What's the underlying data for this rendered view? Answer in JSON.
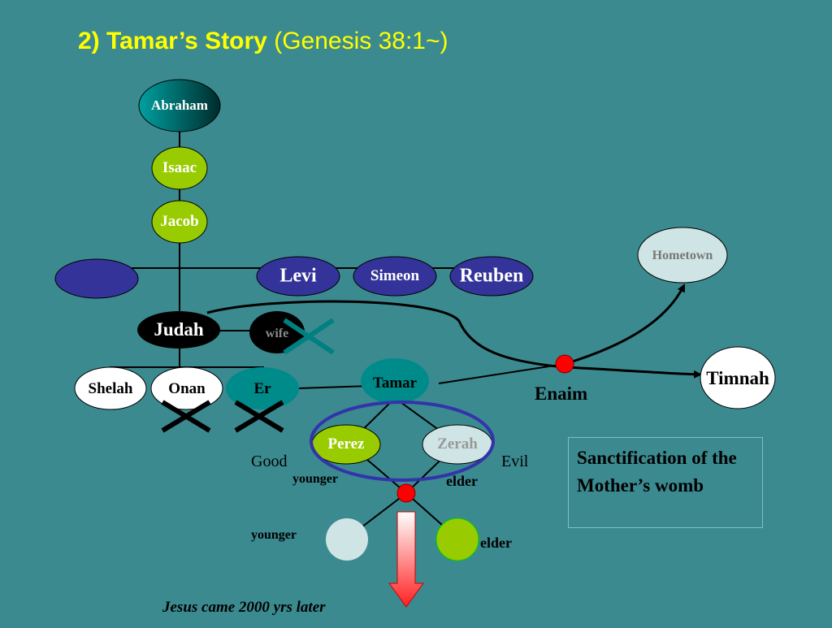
{
  "title": {
    "bold": "2) Tamar’s Story",
    "normal": "(Genesis 38:1~)"
  },
  "people": {
    "abraham": "Abraham",
    "isaac": "Isaac",
    "jacob": "Jacob",
    "levi": "Levi",
    "simeon": "Simeon",
    "reuben": "Reuben",
    "judah": "Judah",
    "wife": "wife",
    "shelah": "Shelah",
    "onan": "Onan",
    "er": "Er",
    "tamar": "Tamar",
    "perez": "Perez",
    "zerah": "Zerah"
  },
  "places": {
    "hometown": "Hometown",
    "timnah": "Timnah",
    "enaim": "Enaim"
  },
  "labels": {
    "good": "Good",
    "evil": "Evil",
    "younger_top": "younger",
    "elder_top": "elder",
    "younger_bottom": "younger",
    "elder_bottom": "elder",
    "jesus": "Jesus came 2000 yrs later"
  },
  "note": {
    "text": "Sanctification of the Mother’s womb"
  },
  "colors": {
    "background": "#3b8a90",
    "title": "#ffff00",
    "green_node": "#99cc00",
    "navy_node": "#333399",
    "teal_node": "#008b8b",
    "red_dot": "#ff0000",
    "cross_black": "#000000",
    "cross_teal": "#008080"
  }
}
